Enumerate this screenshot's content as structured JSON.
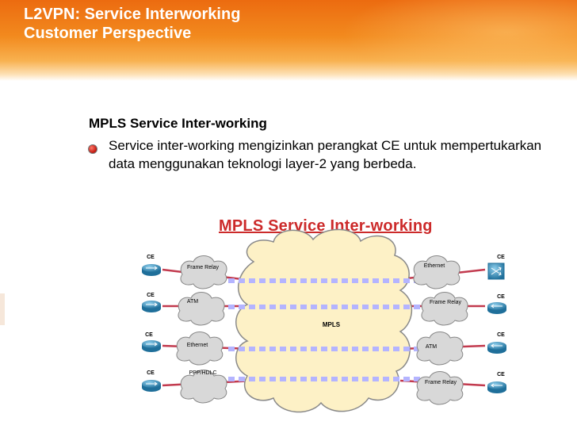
{
  "header": {
    "title_line1": "L2VPN: Service Interworking",
    "title_line2": "Customer Perspective"
  },
  "content": {
    "section_title": "MPLS Service Inter-working",
    "bullet_text": "Service inter-working mengizinkan perangkat CE untuk mempertukarkan data menggunakan teknologi layer-2 yang berbeda."
  },
  "diagram": {
    "title": "MPLS Service Inter-working",
    "core_label": "MPLS",
    "left_rows": [
      {
        "ce_label": "CE",
        "cloud_label": "Frame Relay"
      },
      {
        "ce_label": "CE",
        "cloud_label": "ATM"
      },
      {
        "ce_label": "CE",
        "cloud_label": "Ethernet"
      },
      {
        "ce_label": "CE",
        "cloud_label": "PPP/HDLC"
      }
    ],
    "right_rows": [
      {
        "ce_label": "CE",
        "cloud_label": "Ethernet"
      },
      {
        "ce_label": "CE",
        "cloud_label": "Frame Relay"
      },
      {
        "ce_label": "CE",
        "cloud_label": "ATM"
      },
      {
        "ce_label": "CE",
        "cloud_label": "Frame Relay"
      }
    ],
    "colors": {
      "core_fill": "#fdf1c6",
      "edge_cloud_fill": "#d8d8d8",
      "link": "#c23a4e",
      "pseudowire": "#b4b4ff",
      "router": "#3a9ac8"
    }
  }
}
